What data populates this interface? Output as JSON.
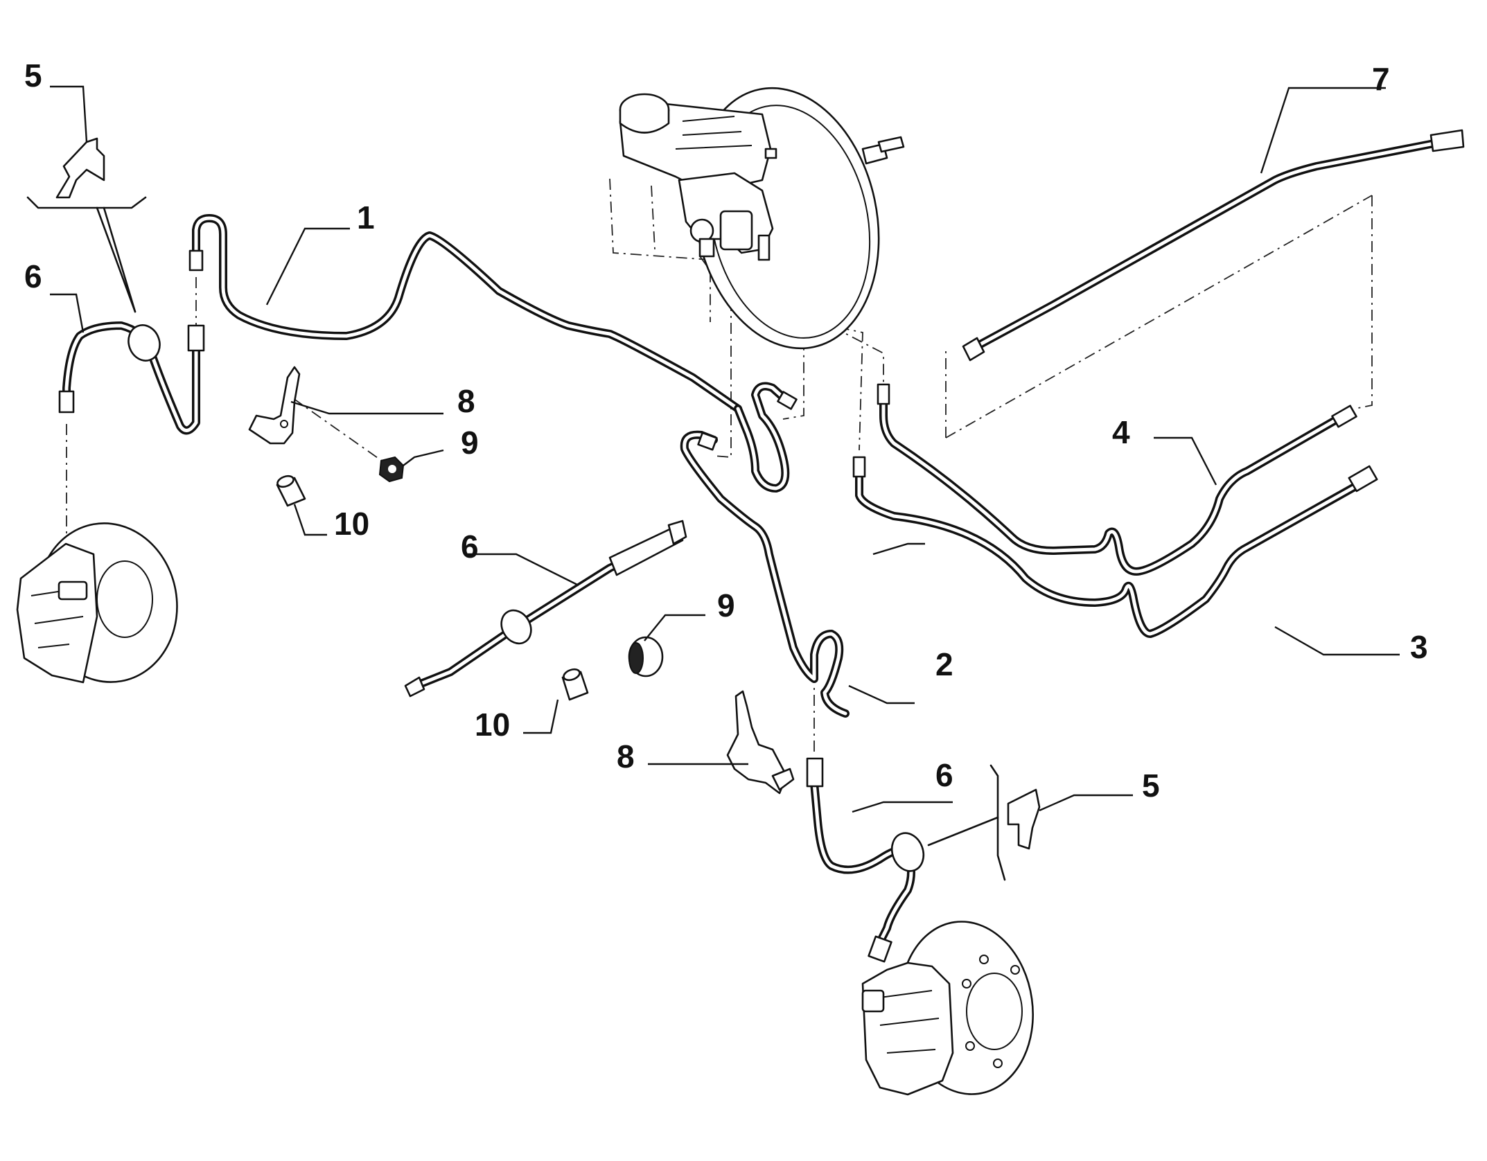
{
  "callouts": {
    "c1": "1",
    "c2": "2",
    "c3": "3",
    "c4": "4",
    "c5a": "5",
    "c5b": "5",
    "c6a": "6",
    "c6b": "6",
    "c6c": "6",
    "c7": "7",
    "c8a": "8",
    "c8b": "8",
    "c9a": "9",
    "c9b": "9",
    "c10a": "10",
    "c10b": "10"
  }
}
